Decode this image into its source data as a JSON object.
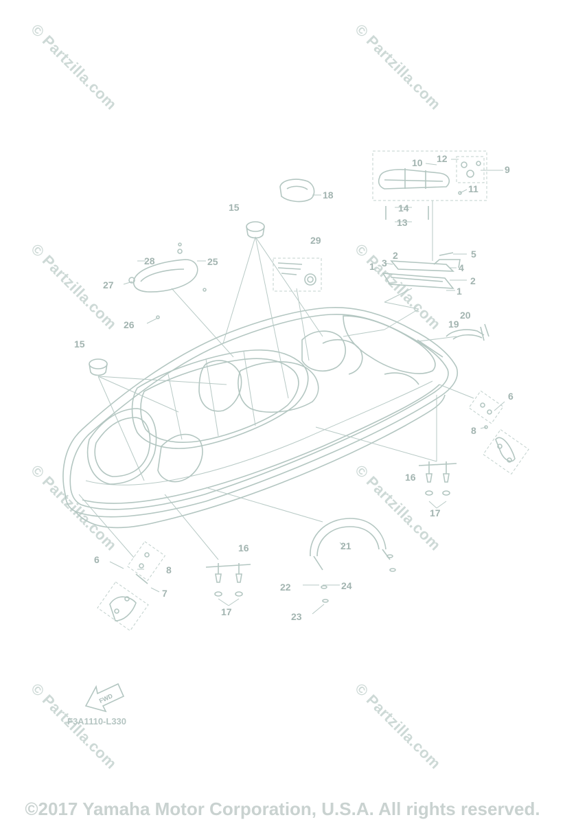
{
  "watermark": "© Partzilla.com",
  "copyright": "©2017 Yamaha Motor Corporation, U.S.A. All rights reserved.",
  "figure_code": "F3A1110-L330",
  "fwd_label": "FWD",
  "callouts": [
    "1",
    "2",
    "3",
    "4",
    "5",
    "6",
    "7",
    "8",
    "9",
    "10",
    "11",
    "12",
    "13",
    "14",
    "15",
    "16",
    "17",
    "18",
    "19",
    "20",
    "21",
    "22",
    "23",
    "24",
    "25",
    "26",
    "27",
    "28",
    "29"
  ]
}
